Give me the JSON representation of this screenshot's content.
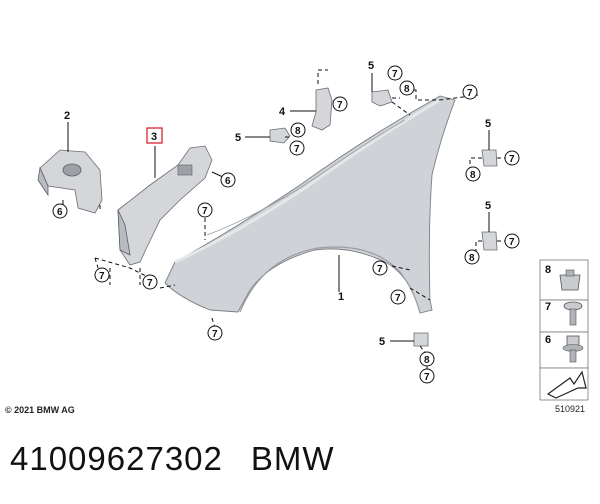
{
  "callouts": {
    "c1": "1",
    "c2": "2",
    "c3": "3",
    "c4": "4",
    "c5a": "5",
    "c5b": "5",
    "c5c": "5",
    "c5d": "5",
    "c5e": "5",
    "c6a": "6",
    "c6b": "6",
    "c7a": "7",
    "c7b": "7",
    "c7c": "7",
    "c7d": "7",
    "c7e": "7",
    "c7f": "7",
    "c7g": "7",
    "c7h": "7",
    "c7i": "7",
    "c7j": "7",
    "c7k": "7",
    "c7l": "7",
    "c7m": "7",
    "c8a": "8",
    "c8b": "8",
    "c8c": "8",
    "c8d": "8",
    "c8e": "8"
  },
  "legend": {
    "l8": "8",
    "l7": "7",
    "l6": "6"
  },
  "copyright": "© 2021 BMW AG",
  "drawing_number": "510921",
  "part_number": "41009627302",
  "brand": "BMW",
  "colors": {
    "highlight_box": "#d6252b"
  }
}
